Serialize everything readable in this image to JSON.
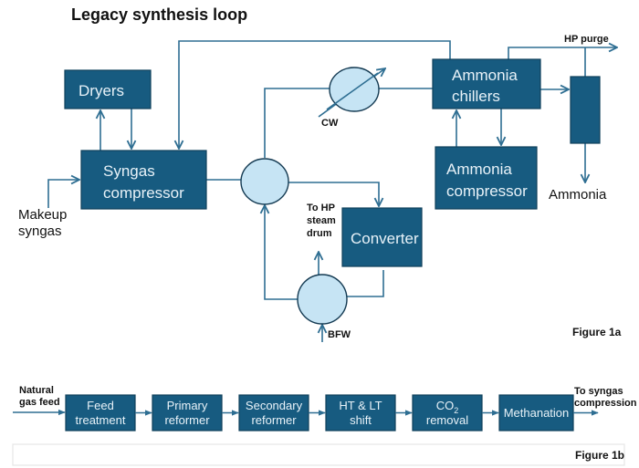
{
  "figure_1a": {
    "title": "Legacy synthesis loop",
    "blocks": {
      "dryers": "Dryers",
      "syngas_compressor": [
        "Syngas",
        "compressor"
      ],
      "ammonia_chillers": [
        "Ammonia",
        "chillers"
      ],
      "ammonia_compressor": [
        "Ammonia",
        "compressor"
      ],
      "converter": "Converter"
    },
    "labels": {
      "makeup_syngas": [
        "Makeup",
        "syngas"
      ],
      "cw": "CW",
      "hp_purge": "HP purge",
      "ammonia": "Ammonia",
      "to_hp_steam_drum": [
        "To HP",
        "steam",
        "drum"
      ],
      "bfw": "BFW"
    },
    "caption": "Figure 1a"
  },
  "figure_1b": {
    "input_label": [
      "Natural",
      "gas feed"
    ],
    "steps": [
      {
        "lines": [
          "Feed",
          "treatment"
        ]
      },
      {
        "lines": [
          "Primary",
          "reformer"
        ]
      },
      {
        "lines": [
          "Secondary",
          "reformer"
        ]
      },
      {
        "lines": [
          "HT & LT",
          "shift"
        ]
      },
      {
        "lines": [
          "CO",
          "removal"
        ],
        "subscript": "2"
      },
      {
        "lines": [
          "Methanation"
        ]
      }
    ],
    "output_label": [
      "To syngas",
      "compression"
    ],
    "caption": "Figure 1b"
  },
  "colors": {
    "block_fill": "#175b80",
    "vessel_fill": "#c6e4f4",
    "line": "#2e6e92"
  }
}
